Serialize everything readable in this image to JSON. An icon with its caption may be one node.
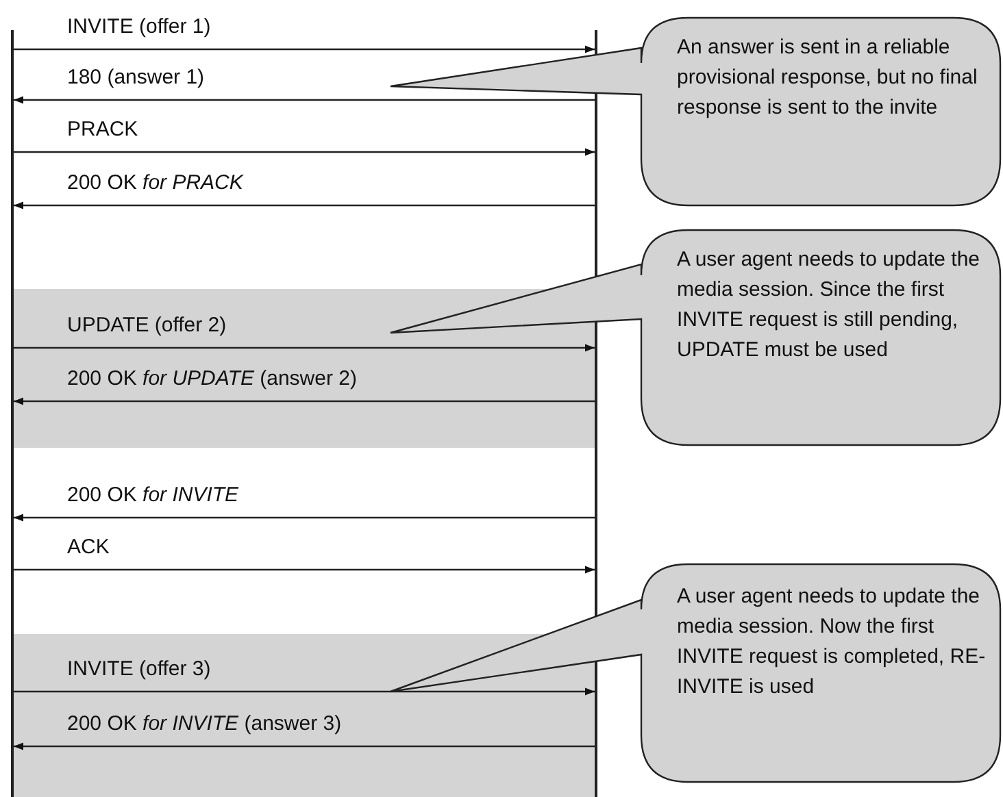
{
  "diagram": {
    "nodes": [
      {
        "text": [],
        "shape": "bar"
      },
      {
        "text": [],
        "shape": "bar"
      },
      {
        "text": [
          "An answer is sent in a reliable provisional response, but no final response is sent to the invite"
        ]
      },
      {
        "text": [
          "A user agent needs to update the media session. Since the first INVITE request is still pending, UPDATE must be used"
        ]
      },
      {
        "text": [
          "A user agent needs to update the media session. Now the first INVITE request is completed, RE-INVITE is used"
        ]
      }
    ],
    "edges": [
      {
        "from": 0,
        "to": 1,
        "arrow": "to",
        "label": "INVITE (offer 1)"
      },
      {
        "from": 1,
        "to": 0,
        "arrow": "to",
        "label": "180 (answer 1)"
      },
      {
        "from": 0,
        "to": 1,
        "arrow": "to",
        "label": "PRACK"
      },
      {
        "from": 1,
        "to": 0,
        "arrow": "to",
        "label": "200 OK *for PRACK*"
      },
      {
        "from": 0,
        "to": 1,
        "arrow": "to",
        "label": "UPDATE (offer 2)"
      },
      {
        "from": 1,
        "to": 0,
        "arrow": "to",
        "label": "200 OK *for UPDATE* (answer 2)"
      },
      {
        "from": 1,
        "to": 0,
        "arrow": "to",
        "label": "200 OK *for INVITE*"
      },
      {
        "from": 0,
        "to": 1,
        "arrow": "to",
        "label": "ACK"
      },
      {
        "from": 0,
        "to": 1,
        "arrow": "to",
        "label": "INVITE (offer 3)"
      },
      {
        "from": 1,
        "to": 0,
        "arrow": "to",
        "label": "200 OK *for INVITE* (answer 3)"
      }
    ]
  }
}
